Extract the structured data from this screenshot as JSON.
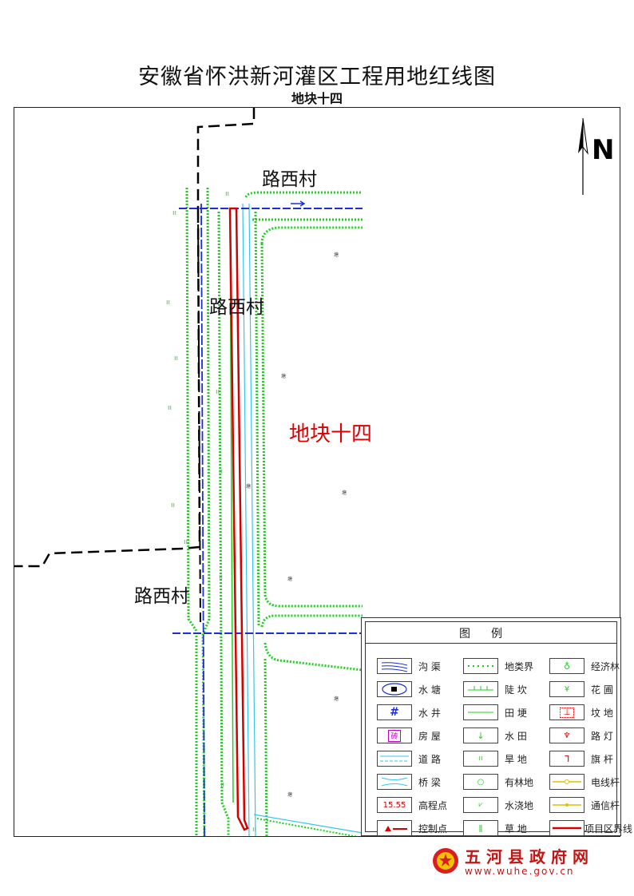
{
  "header": {
    "title": "安徽省怀洪新河灌区工程用地红线图",
    "subtitle": "地块十四"
  },
  "north": {
    "letter": "N"
  },
  "map": {
    "village_labels": [
      "路西村",
      "路西村",
      "路西村"
    ],
    "parcel_label": "地块十四",
    "land_marks": [
      "塘",
      "塘",
      "塘",
      "塘",
      "塘",
      "塘",
      "塘"
    ],
    "colors": {
      "parcel_label": "#e00000",
      "boundary_red": "#d40000",
      "ditch_blue": "#1a2fd6",
      "land_green": "#1fcf1f",
      "road_cyan": "#33c8e8",
      "admin_black": "#000000"
    }
  },
  "legend": {
    "title": "图例",
    "items": [
      {
        "label": "沟 渠",
        "icon": "canal-icon"
      },
      {
        "label": "地类界",
        "icon": "land-boundary-icon"
      },
      {
        "label": "经济林",
        "icon": "economic-forest-icon"
      },
      {
        "label": "水 塘",
        "icon": "pond-icon"
      },
      {
        "label": "陡 坎",
        "icon": "scarp-icon"
      },
      {
        "label": "花 圃",
        "icon": "nursery-icon"
      },
      {
        "label": "水 井",
        "icon": "well-icon"
      },
      {
        "label": "田 埂",
        "icon": "field-ridge-icon"
      },
      {
        "label": "坟 地",
        "icon": "grave-icon"
      },
      {
        "label": "房 屋",
        "icon": "house-icon"
      },
      {
        "label": "水 田",
        "icon": "paddy-icon"
      },
      {
        "label": "路 灯",
        "icon": "street-lamp-icon"
      },
      {
        "label": "道 路",
        "icon": "road-icon"
      },
      {
        "label": "旱 地",
        "icon": "dry-land-icon"
      },
      {
        "label": "旗 杆",
        "icon": "flagpole-icon"
      },
      {
        "label": "桥 梁",
        "icon": "bridge-icon"
      },
      {
        "label": "有林地",
        "icon": "forest-icon"
      },
      {
        "label": "电线杆",
        "icon": "power-pole-icon"
      },
      {
        "label": "高程点",
        "icon": "elevation-point-icon",
        "value": "15.55"
      },
      {
        "label": "水浇地",
        "icon": "irrigated-land-icon"
      },
      {
        "label": "通信杆",
        "icon": "telecom-pole-icon"
      },
      {
        "label": "控制点",
        "icon": "control-point-icon"
      },
      {
        "label": "草 地",
        "icon": "grassland-icon"
      },
      {
        "label": "项目区界线",
        "icon": "project-boundary-icon"
      }
    ],
    "house_glyph": "砖"
  },
  "watermark": {
    "name": "五河县政府网",
    "url": "www.wuhe.gov.cn",
    "icon": "national-emblem-icon"
  }
}
